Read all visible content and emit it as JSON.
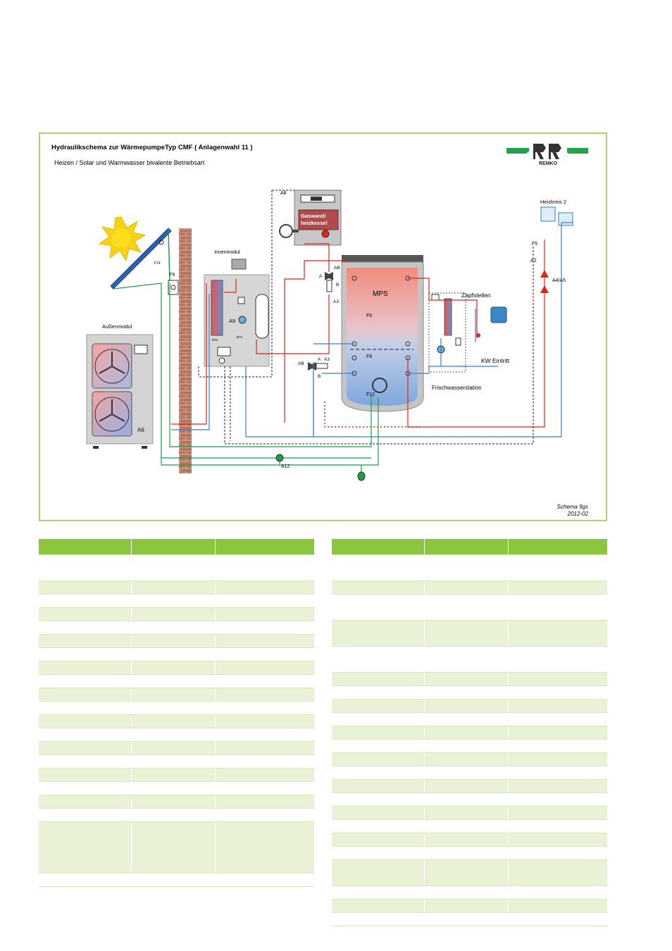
{
  "diagram": {
    "title": "Hydraulikschema zur WärmepumpeTyp  CMF  ( Anlagenwahl 11 )",
    "subtitle": "Heizen / Solar  und Warmwasser bivalente  Betriebsart",
    "logo_text": "REMKO",
    "footer_line1": "Schema 9gs",
    "footer_line2": "2012-02",
    "labels": {
      "aussenmodul": "Außenmodul",
      "a6": "A6",
      "innenmodul": "Innenmodul",
      "a9": "A9",
      "f9": "F9",
      "f14": "F14",
      "a8": "A8",
      "gaswand1": "Gaswand/",
      "gaswand2": "heizkessel",
      "ab_top": "AB",
      "a_top": "A",
      "b_top": "B",
      "a3_top": "A3",
      "ab_bottom": "AB",
      "a_bottom": "A",
      "a3_bottom": "A3",
      "b_bottom": "B",
      "mps": "MPS",
      "f6": "F6",
      "f8": "F8",
      "f12": "F12",
      "zapfstellen": "Zapfstellen",
      "kw_eintritt": "KW Eintritt",
      "frischwasserstation": "Frischwasserstation",
      "heizkreis2": "Heizkreis 2",
      "f5": "F5",
      "a2": "A2",
      "a4a5": "A4/A5",
      "a12": "A12",
      "bt2": "BT2",
      "bt1": "BT1"
    }
  },
  "tables": {
    "left": {
      "rows": [
        {
          "tall": 2
        },
        {
          "tall": 1
        },
        {
          "tall": 1
        },
        {
          "tall": 1
        },
        {
          "tall": 1
        },
        {
          "tall": 1
        },
        {
          "tall": 1
        },
        {
          "tall": 1
        },
        {
          "tall": 1
        },
        {
          "tall": 1
        },
        {
          "tall": 1
        },
        {
          "tall": 1
        },
        {
          "tall": 1
        },
        {
          "tall": 1
        },
        {
          "tall": 1
        },
        {
          "tall": 1
        },
        {
          "tall": 1
        },
        {
          "tall": 1
        },
        {
          "tall": 1
        },
        {
          "tall": 4
        },
        {
          "tall": 1
        }
      ]
    },
    "right": {
      "rows": [
        {
          "tall": 2
        },
        {
          "tall": 1
        },
        {
          "tall": 2
        },
        {
          "tall": 2
        },
        {
          "tall": 2
        },
        {
          "tall": 1
        },
        {
          "tall": 1
        },
        {
          "tall": 1
        },
        {
          "tall": 1
        },
        {
          "tall": 1
        },
        {
          "tall": 1
        },
        {
          "tall": 1
        },
        {
          "tall": 1
        },
        {
          "tall": 1
        },
        {
          "tall": 1
        },
        {
          "tall": 1
        },
        {
          "tall": 1
        },
        {
          "tall": 1
        },
        {
          "tall": 1
        },
        {
          "tall": 2
        },
        {
          "tall": 1
        },
        {
          "tall": 1
        },
        {
          "tall": 1
        }
      ]
    }
  },
  "colors": {
    "accent_green": "#8cc63f",
    "row_tint": "#e9f2d5",
    "frame_border": "#a9d27a",
    "flow_red": "#e2231a",
    "return_blue": "#3a7fc1",
    "solar_green": "#1f9e48",
    "brick": "#b46f57"
  }
}
